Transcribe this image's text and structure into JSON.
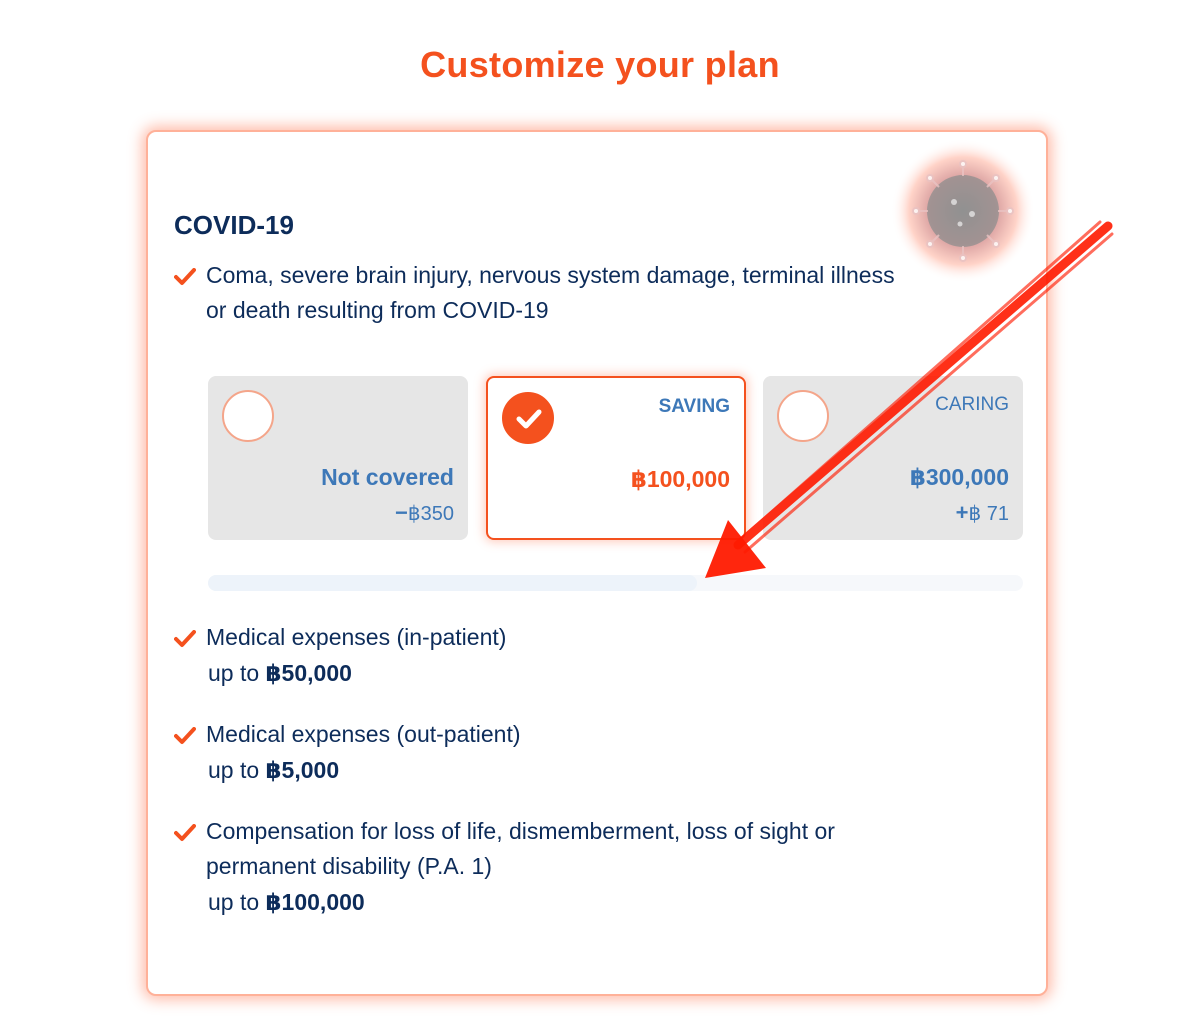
{
  "page": {
    "title": "Customize your plan"
  },
  "section": {
    "title": "COVID-19",
    "feature_line_1": "Coma, severe brain injury, nervous system damage, terminal illness",
    "feature_line_2": "or death resulting from COVID-19"
  },
  "options": [
    {
      "tier": "",
      "amount": "Not covered",
      "delta_sign": "−",
      "delta": "฿350",
      "selected": false
    },
    {
      "tier": "SAVING",
      "amount": "฿100,000",
      "delta_sign": "",
      "delta": "",
      "selected": true
    },
    {
      "tier": "CARING",
      "amount": "฿300,000",
      "delta_sign": "+",
      "delta": "฿ 71",
      "selected": false
    }
  ],
  "progress": {
    "fraction": 0.6
  },
  "benefits": [
    {
      "name_line_1": "Medical expenses (in-patient)",
      "name_line_2": "",
      "prefix": "up to ",
      "limit": "฿50,000"
    },
    {
      "name_line_1": "Medical expenses (out-patient)",
      "name_line_2": "",
      "prefix": "up to ",
      "limit": "฿5,000"
    },
    {
      "name_line_1": "Compensation for loss of life, dismemberment, loss of sight or",
      "name_line_2": "permanent disability (P.A. 1)",
      "prefix": "up to ",
      "limit": "฿100,000"
    }
  ],
  "icons": {
    "check": "check-icon",
    "virus": "virus-icon",
    "radio": "radio-icon",
    "arrow": "annotation-arrow"
  },
  "colors": {
    "accent": "#f4511e",
    "navy": "#0d2c5a",
    "blue": "#3d78b8",
    "option_bg": "#e6e6e6"
  }
}
